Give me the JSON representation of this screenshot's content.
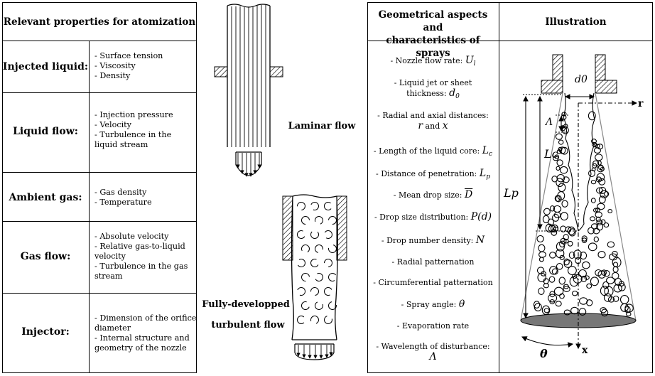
{
  "left_table": {
    "header": "Relevant properties for atomization",
    "rows": [
      {
        "category": "Injected liquid:",
        "items": [
          "- Surface tension",
          "- Viscosity",
          "- Density"
        ]
      },
      {
        "category": "Liquid flow:",
        "items": [
          "- Injection pressure",
          "- Velocity",
          "- Turbulence in the",
          "liquid stream"
        ]
      },
      {
        "category": "Ambient gas:",
        "items": [
          "- Gas density",
          "- Temperature"
        ]
      },
      {
        "category": "Gas flow:",
        "items": [
          "- Absolute velocity",
          "- Relative gas-to-liquid",
          "velocity",
          "- Turbulence in the gas",
          "stream"
        ]
      },
      {
        "category": "Injector:",
        "items": [
          "- Dimension of the orifice",
          "diameter",
          "- Internal structure and",
          "geometry of the nozzle"
        ]
      }
    ]
  },
  "flow_labels": {
    "laminar": "Laminar flow",
    "turbulent_1": "Fully-developped",
    "turbulent_2": "turbulent flow"
  },
  "right_table": {
    "header_left_1": "Geometrical aspects and",
    "header_left_2": "characteristics of sprays",
    "header_right": "Illustration",
    "aspects": [
      {
        "text": "- Nozzle flow rate:",
        "symbol": "U",
        "sub": "l"
      },
      {
        "text": "- Liquid jet or sheet",
        "text2": "thickness:",
        "symbol": "d",
        "sub": "0"
      },
      {
        "text": "- Radial  and axial distances:",
        "text2": "",
        "symbol": "r",
        "and": "and",
        "symbol2": "x"
      },
      {
        "text": "- Length of the liquid core:",
        "symbol": "L",
        "sub": "c"
      },
      {
        "text": "- Distance of penetration:",
        "symbol": "L",
        "sub": "p"
      },
      {
        "text": "- Mean drop size:",
        "symbol": "D"
      },
      {
        "text": "- Drop size distribution:",
        "symbol": "P(d)"
      },
      {
        "text": "- Drop number density:",
        "symbol": "N"
      },
      {
        "text": "- Radial patternation"
      },
      {
        "text": "- Circumferential patternation"
      },
      {
        "text": "- Spray angle:",
        "symbol": "θ"
      },
      {
        "text": "- Evaporation rate"
      },
      {
        "text": "- Wavelength of disturbance:",
        "text2": "",
        "symbol": "Λ"
      }
    ]
  },
  "illustration_labels": {
    "d0": "d0",
    "r": "r",
    "lambda": "Λ",
    "lc": "Lc",
    "lp": "Lp",
    "theta": "θ",
    "x": "x"
  }
}
